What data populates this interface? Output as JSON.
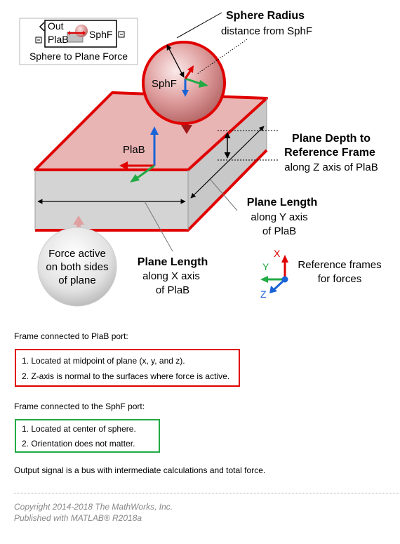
{
  "block": {
    "port_out": "Out",
    "port_plab": "PlaB",
    "port_sphf": "SphF",
    "caption": "Sphere to Plane Force"
  },
  "labels": {
    "sphere_radius_title": "Sphere Radius",
    "sphere_radius_sub": "distance from SphF",
    "sphf": "SphF",
    "plab": "PlaB",
    "depth_title_1": "Plane Depth to",
    "depth_title_2": "Reference Frame",
    "depth_sub": "along Z axis of PlaB",
    "length_y_title": "Plane Length",
    "length_y_sub_1": "along Y axis",
    "length_y_sub_2": "of PlaB",
    "length_x_title": "Plane Length",
    "length_x_sub_1": "along X axis",
    "length_x_sub_2": "of PlaB",
    "force_1": "Force active",
    "force_2": "on both sides",
    "force_3": "of plane",
    "ref_1": "Reference frames",
    "ref_2": "for forces",
    "axis_x": "X",
    "axis_y": "Y",
    "axis_z": "Z"
  },
  "colors": {
    "red": "#e00000",
    "green": "#22aa44",
    "blue": "#1a63d6",
    "plane_top": "#e8b4b4",
    "plane_side": "#d4d4d4"
  },
  "text": {
    "plab_heading": "Frame connected to PlaB port:",
    "plab_items": [
      "1. Located at midpoint of plane (x, y, and z).",
      "2. Z-axis is normal to the surfaces where force is active."
    ],
    "sphf_heading": "Frame connected to the SphF port:",
    "sphf_items": [
      "1. Located at center of sphere.",
      "2. Orientation does not matter."
    ],
    "output_note": "Output signal is a bus with intermediate calculations and total force.",
    "copyright": "Copyright 2014-2018 The MathWorks, Inc.",
    "published": "Published with MATLAB® R2018a"
  }
}
